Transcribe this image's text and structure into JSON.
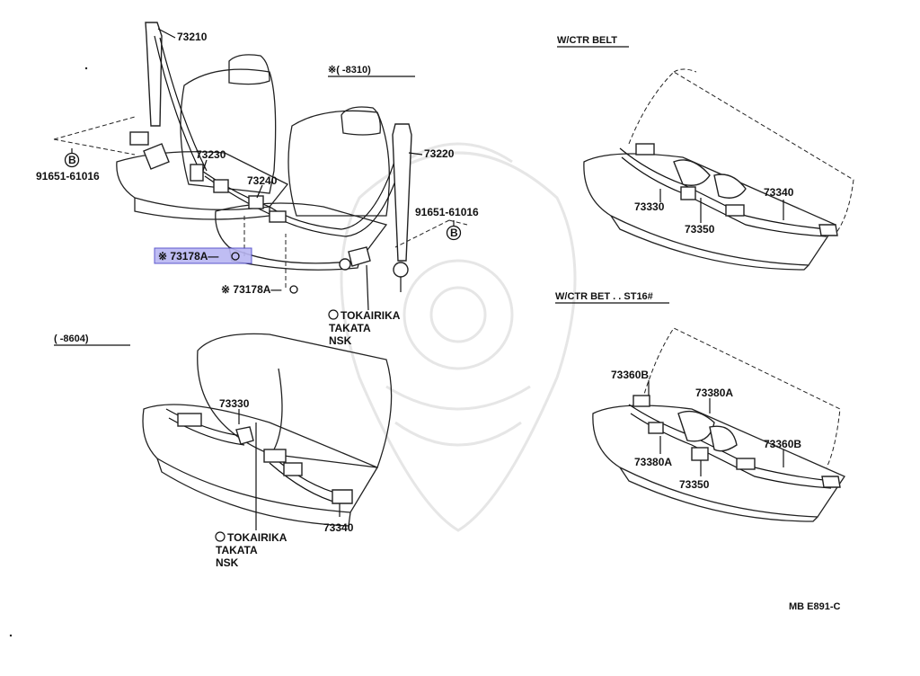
{
  "headers": {
    "notes_8310": "※(        -8310)",
    "w_ctr_belt": "W/CTR BELT",
    "w_ctr_bet_st16": "W/CTR BET . . ST16#",
    "upto_8604": "(        -8604)"
  },
  "labels": {
    "p73210": "73210",
    "p73230": "73230",
    "p73240": "73240",
    "p73220": "73220",
    "p91651_left": "91651-61016",
    "p91651_right": "91651-61016",
    "p73178A_highlight": "※ 73178A—",
    "p73178A_lower": "※ 73178A—",
    "mfr1_line1": "TOKAIRIKA",
    "mfr1_line2": "TAKATA",
    "mfr1_line3": "NSK",
    "p73330_rear": "73330",
    "p73340_rear": "73340",
    "mfr2_line1": "TOKAIRIKA",
    "mfr2_line2": "TAKATA",
    "mfr2_line3": "NSK",
    "p73330_ctr": "73330",
    "p73350_ctr": "73350",
    "p73340_ctr": "73340",
    "p73360B_l": "73360B",
    "p73380A_top": "73380A",
    "p73360B_r": "73360B",
    "p73380A_low": "73380A",
    "p73350_st": "73350",
    "bolt_glyph": "B",
    "doc_code": "MB E891-C"
  },
  "colors": {
    "highlight": "#b9b6f2",
    "highlight_border": "#4b46c8",
    "watermark": "#e6e6e6"
  }
}
